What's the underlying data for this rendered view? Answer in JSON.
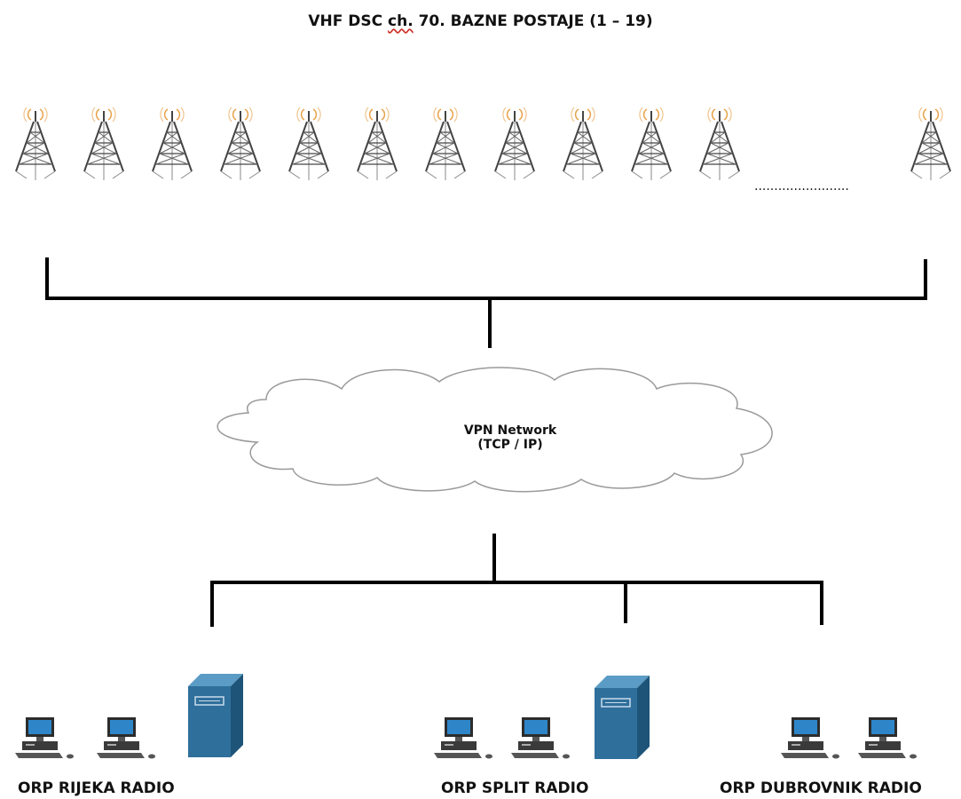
{
  "title": {
    "prefix": "VHF DSC ",
    "underlined_word": "ch.",
    "suffix": " 70. BAZNE POSTAJE (1 – 19)"
  },
  "base_stations": {
    "visible_count": 12,
    "ellipsis": "........................",
    "icon": "radio-tower-icon"
  },
  "network": {
    "line1": "VPN Network",
    "line2": "(TCP / IP)",
    "icon": "cloud-icon"
  },
  "sites": [
    {
      "label": "ORP RIJEKA RADIO",
      "workstations": 2,
      "has_server": true
    },
    {
      "label": "ORP SPLIT RADIO",
      "workstations": 2,
      "has_server": true
    },
    {
      "label": "ORP DUBROVNIK RADIO",
      "workstations": 2,
      "has_server": false
    }
  ],
  "colors": {
    "line": "#000000",
    "tower": "#444444",
    "signal": "#e8a24a",
    "server": "#2f6f9b",
    "screen": "#2e86c9"
  }
}
